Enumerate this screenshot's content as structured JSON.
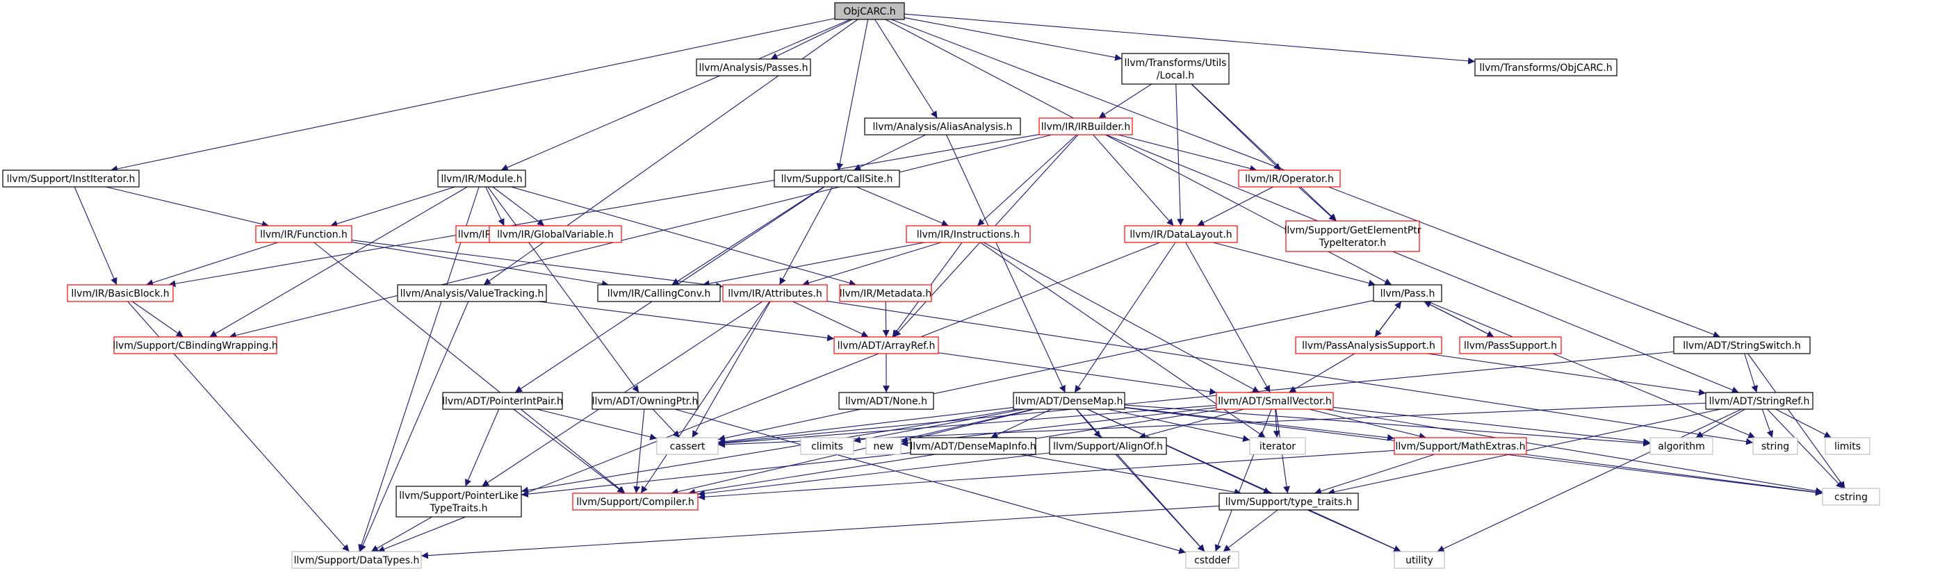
{
  "colors": {
    "edge": "#191970",
    "border_documented": "#000000",
    "border_undocumented": "#ff0000",
    "border_external": "#bfbfbf",
    "root_fill": "#bfbfbf",
    "node_fill": "#ffffff"
  },
  "nodes": [
    {
      "id": "objcarc",
      "lines": [
        "ObjCARC.h"
      ],
      "kind": "root"
    },
    {
      "id": "passes",
      "lines": [
        "llvm/Analysis/Passes.h"
      ],
      "kind": "doc"
    },
    {
      "id": "local",
      "lines": [
        "llvm/Transforms/Utils",
        "/Local.h"
      ],
      "kind": "doc"
    },
    {
      "id": "tobjcarc",
      "lines": [
        "llvm/Transforms/ObjCARC.h"
      ],
      "kind": "doc"
    },
    {
      "id": "aa",
      "lines": [
        "llvm/Analysis/AliasAnalysis.h"
      ],
      "kind": "doc"
    },
    {
      "id": "irbuilder",
      "lines": [
        "llvm/IR/IRBuilder.h"
      ],
      "kind": "red"
    },
    {
      "id": "instit",
      "lines": [
        "llvm/Support/InstIterator.h"
      ],
      "kind": "doc"
    },
    {
      "id": "module",
      "lines": [
        "llvm/IR/Module.h"
      ],
      "kind": "doc"
    },
    {
      "id": "callsite",
      "lines": [
        "llvm/Support/CallSite.h"
      ],
      "kind": "doc"
    },
    {
      "id": "operator",
      "lines": [
        "llvm/IR/Operator.h"
      ],
      "kind": "red"
    },
    {
      "id": "gepti",
      "lines": [
        "llvm/Support/GetElementPtr",
        "TypeIterator.h"
      ],
      "kind": "red"
    },
    {
      "id": "function",
      "lines": [
        "llvm/IR/Function.h"
      ],
      "kind": "red"
    },
    {
      "id": "galias",
      "lines": [
        "llvm/IR/GlobalAlias.h"
      ],
      "kind": "red"
    },
    {
      "id": "gvar",
      "lines": [
        "llvm/IR/GlobalVariable.h"
      ],
      "kind": "red"
    },
    {
      "id": "instructions",
      "lines": [
        "llvm/IR/Instructions.h"
      ],
      "kind": "red"
    },
    {
      "id": "datalayout",
      "lines": [
        "llvm/IR/DataLayout.h"
      ],
      "kind": "red"
    },
    {
      "id": "bb",
      "lines": [
        "llvm/IR/BasicBlock.h"
      ],
      "kind": "red"
    },
    {
      "id": "callingconv",
      "lines": [
        "llvm/IR/CallingConv.h"
      ],
      "kind": "doc"
    },
    {
      "id": "attributes",
      "lines": [
        "llvm/IR/Attributes.h"
      ],
      "kind": "red"
    },
    {
      "id": "metadata",
      "lines": [
        "llvm/IR/Metadata.h"
      ],
      "kind": "red"
    },
    {
      "id": "valuetracking",
      "lines": [
        "llvm/Analysis/ValueTracking.h"
      ],
      "kind": "doc"
    },
    {
      "id": "pass",
      "lines": [
        "llvm/Pass.h"
      ],
      "kind": "doc"
    },
    {
      "id": "cbinding",
      "lines": [
        "llvm/Support/CBindingWrapping.h"
      ],
      "kind": "red"
    },
    {
      "id": "arrayref",
      "lines": [
        "llvm/ADT/ArrayRef.h"
      ],
      "kind": "red"
    },
    {
      "id": "pas",
      "lines": [
        "llvm/PassAnalysisSupport.h"
      ],
      "kind": "red"
    },
    {
      "id": "passsupport",
      "lines": [
        "llvm/PassSupport.h"
      ],
      "kind": "red"
    },
    {
      "id": "stringswitch",
      "lines": [
        "llvm/ADT/StringSwitch.h"
      ],
      "kind": "doc"
    },
    {
      "id": "none",
      "lines": [
        "llvm/ADT/None.h"
      ],
      "kind": "doc"
    },
    {
      "id": "pip",
      "lines": [
        "llvm/ADT/PointerIntPair.h"
      ],
      "kind": "doc"
    },
    {
      "id": "owningptr",
      "lines": [
        "llvm/ADT/OwningPtr.h"
      ],
      "kind": "doc"
    },
    {
      "id": "densemap",
      "lines": [
        "llvm/ADT/DenseMap.h"
      ],
      "kind": "doc"
    },
    {
      "id": "smallvector",
      "lines": [
        "llvm/ADT/SmallVector.h"
      ],
      "kind": "red"
    },
    {
      "id": "stringref",
      "lines": [
        "llvm/ADT/StringRef.h"
      ],
      "kind": "doc"
    },
    {
      "id": "cassert",
      "lines": [
        "cassert"
      ],
      "kind": "ext"
    },
    {
      "id": "climits",
      "lines": [
        "climits"
      ],
      "kind": "ext"
    },
    {
      "id": "new",
      "lines": [
        "new"
      ],
      "kind": "ext"
    },
    {
      "id": "dmi",
      "lines": [
        "llvm/ADT/DenseMapInfo.h"
      ],
      "kind": "doc"
    },
    {
      "id": "alignof",
      "lines": [
        "llvm/Support/AlignOf.h"
      ],
      "kind": "doc"
    },
    {
      "id": "iterator",
      "lines": [
        "iterator"
      ],
      "kind": "ext"
    },
    {
      "id": "mathextras",
      "lines": [
        "llvm/Support/MathExtras.h"
      ],
      "kind": "red"
    },
    {
      "id": "algorithm",
      "lines": [
        "algorithm"
      ],
      "kind": "ext"
    },
    {
      "id": "string",
      "lines": [
        "string"
      ],
      "kind": "ext"
    },
    {
      "id": "limits",
      "lines": [
        "limits"
      ],
      "kind": "ext"
    },
    {
      "id": "cstring",
      "lines": [
        "cstring"
      ],
      "kind": "ext"
    },
    {
      "id": "pltt",
      "lines": [
        "llvm/Support/PointerLike",
        "TypeTraits.h"
      ],
      "kind": "doc"
    },
    {
      "id": "compiler",
      "lines": [
        "llvm/Support/Compiler.h"
      ],
      "kind": "red"
    },
    {
      "id": "typetraits",
      "lines": [
        "llvm/Support/type_traits.h"
      ],
      "kind": "doc"
    },
    {
      "id": "datatypes",
      "lines": [
        "llvm/Support/DataTypes.h"
      ],
      "kind": "ext"
    },
    {
      "id": "cstddef",
      "lines": [
        "cstddef"
      ],
      "kind": "ext"
    },
    {
      "id": "utility",
      "lines": [
        "utility"
      ],
      "kind": "ext"
    }
  ],
  "edges": [
    [
      "objcarc",
      "passes"
    ],
    [
      "objcarc",
      "local"
    ],
    [
      "objcarc",
      "tobjcarc"
    ],
    [
      "objcarc",
      "aa"
    ],
    [
      "objcarc",
      "instit"
    ],
    [
      "objcarc",
      "module"
    ],
    [
      "objcarc",
      "callsite"
    ],
    [
      "objcarc",
      "valuetracking"
    ],
    [
      "objcarc",
      "pass"
    ],
    [
      "objcarc",
      "stringswitch"
    ],
    [
      "local",
      "irbuilder"
    ],
    [
      "local",
      "operator"
    ],
    [
      "local",
      "gepti"
    ],
    [
      "local",
      "datalayout"
    ],
    [
      "aa",
      "callsite"
    ],
    [
      "aa",
      "densemap"
    ],
    [
      "irbuilder",
      "bb"
    ],
    [
      "irbuilder",
      "operator"
    ],
    [
      "irbuilder",
      "instructions"
    ],
    [
      "irbuilder",
      "datalayout"
    ],
    [
      "irbuilder",
      "arrayref"
    ],
    [
      "irbuilder",
      "cbinding"
    ],
    [
      "irbuilder",
      "stringref"
    ],
    [
      "instit",
      "function"
    ],
    [
      "instit",
      "bb"
    ],
    [
      "module",
      "function"
    ],
    [
      "module",
      "galias"
    ],
    [
      "module",
      "gvar"
    ],
    [
      "module",
      "metadata"
    ],
    [
      "module",
      "cbinding"
    ],
    [
      "module",
      "datatypes"
    ],
    [
      "module",
      "owningptr"
    ],
    [
      "callsite",
      "instructions"
    ],
    [
      "callsite",
      "attributes"
    ],
    [
      "callsite",
      "callingconv"
    ],
    [
      "callsite",
      "pip"
    ],
    [
      "operator",
      "gepti"
    ],
    [
      "operator",
      "datalayout"
    ],
    [
      "function",
      "bb"
    ],
    [
      "function",
      "attributes"
    ],
    [
      "function",
      "callingconv"
    ],
    [
      "function",
      "compiler"
    ],
    [
      "instructions",
      "attributes"
    ],
    [
      "instructions",
      "arrayref"
    ],
    [
      "instructions",
      "smallvector"
    ],
    [
      "instructions",
      "callingconv"
    ],
    [
      "instructions",
      "iterator"
    ],
    [
      "datalayout",
      "pass"
    ],
    [
      "datalayout",
      "densemap"
    ],
    [
      "datalayout",
      "smallvector"
    ],
    [
      "datalayout",
      "datatypes"
    ],
    [
      "bb",
      "cbinding"
    ],
    [
      "bb",
      "datatypes"
    ],
    [
      "attributes",
      "arrayref"
    ],
    [
      "attributes",
      "compiler"
    ],
    [
      "attributes",
      "cassert"
    ],
    [
      "attributes",
      "pltt"
    ],
    [
      "attributes",
      "string"
    ],
    [
      "metadata",
      "arrayref"
    ],
    [
      "valuetracking",
      "arrayref"
    ],
    [
      "valuetracking",
      "datatypes"
    ],
    [
      "pass",
      "pas"
    ],
    [
      "pass",
      "passsupport"
    ],
    [
      "pass",
      "cassert"
    ],
    [
      "pass",
      "string"
    ],
    [
      "pas",
      "pass"
    ],
    [
      "pas",
      "smallvector"
    ],
    [
      "pas",
      "stringref"
    ],
    [
      "passsupport",
      "pass"
    ],
    [
      "stringswitch",
      "stringref"
    ],
    [
      "stringswitch",
      "cassert"
    ],
    [
      "stringswitch",
      "cstring"
    ],
    [
      "arrayref",
      "none"
    ],
    [
      "arrayref",
      "smallvector"
    ],
    [
      "pip",
      "pltt"
    ],
    [
      "pip",
      "cassert"
    ],
    [
      "pip",
      "compiler"
    ],
    [
      "owningptr",
      "compiler"
    ],
    [
      "owningptr",
      "cassert"
    ],
    [
      "owningptr",
      "cstddef"
    ],
    [
      "densemap",
      "cassert"
    ],
    [
      "densemap",
      "climits"
    ],
    [
      "densemap",
      "new"
    ],
    [
      "densemap",
      "dmi"
    ],
    [
      "densemap",
      "alignof"
    ],
    [
      "densemap",
      "iterator"
    ],
    [
      "densemap",
      "mathextras"
    ],
    [
      "densemap",
      "algorithm"
    ],
    [
      "densemap",
      "cstring"
    ],
    [
      "densemap",
      "compiler"
    ],
    [
      "densemap",
      "pltt"
    ],
    [
      "densemap",
      "typetraits"
    ],
    [
      "densemap",
      "cstddef"
    ],
    [
      "densemap",
      "utility"
    ],
    [
      "smallvector",
      "cassert"
    ],
    [
      "smallvector",
      "alignof"
    ],
    [
      "smallvector",
      "mathextras"
    ],
    [
      "smallvector",
      "iterator"
    ],
    [
      "smallvector",
      "algorithm"
    ],
    [
      "smallvector",
      "compiler"
    ],
    [
      "smallvector",
      "typetraits"
    ],
    [
      "smallvector",
      "cstddef"
    ],
    [
      "smallvector",
      "cstring"
    ],
    [
      "smallvector",
      "new"
    ],
    [
      "stringref",
      "algorithm"
    ],
    [
      "stringref",
      "string"
    ],
    [
      "stringref",
      "limits"
    ],
    [
      "stringref",
      "cstring"
    ],
    [
      "stringref",
      "cassert"
    ],
    [
      "stringref",
      "typetraits"
    ],
    [
      "stringref",
      "utility"
    ],
    [
      "dmi",
      "pltt"
    ],
    [
      "dmi",
      "typetraits"
    ],
    [
      "alignof",
      "compiler"
    ],
    [
      "alignof",
      "cstddef"
    ],
    [
      "mathextras",
      "compiler"
    ],
    [
      "mathextras",
      "cstring"
    ],
    [
      "mathextras",
      "typetraits"
    ],
    [
      "pltt",
      "datatypes"
    ],
    [
      "typetraits",
      "datatypes"
    ],
    [
      "typetraits",
      "cstddef"
    ],
    [
      "typetraits",
      "utility"
    ]
  ]
}
